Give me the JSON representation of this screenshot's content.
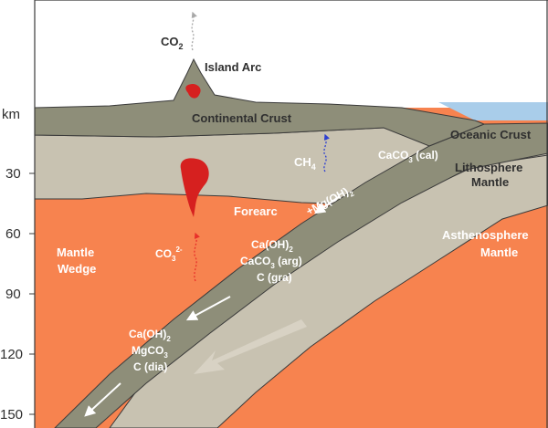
{
  "axis": {
    "unit": "km",
    "ticks": [
      "30",
      "60",
      "90",
      "120",
      "150"
    ]
  },
  "labels": {
    "island_arc": "Island Arc",
    "co2": "CO",
    "co2_sub": "2",
    "continental_crust": "Continental Crust",
    "oceanic_crust": "Oceanic Crust",
    "lithosphere": "Lithosphere",
    "mantle": "Mantle",
    "ch4": "CH",
    "ch4_sub": "4",
    "caco3_cal_a": "CaCO",
    "caco3_cal_sub": "3",
    "caco3_cal_b": " (cal)",
    "mgoh2_a": "+Mg(OH)",
    "mgoh2_sub": "2",
    "forearc": "Forearc",
    "mantle_wedge_1": "Mantle",
    "mantle_wedge_2": "Wedge",
    "co3_a": "CO",
    "co3_sub": "3",
    "co3_sup": "2-",
    "caoh2_a": "Ca(OH)",
    "caoh2_sub": "2",
    "caco3_arg_a": "CaCO",
    "caco3_arg_sub": "3",
    "caco3_arg_b": " (arg)",
    "c_gra": "C (gra)",
    "asthenosphere_1": "Asthenosphere",
    "asthenosphere_2": "Mantle",
    "caoh2_b_a": "Ca(OH)",
    "caoh2_b_sub": "2",
    "mgco3_a": "MgCO",
    "mgco3_sub": "3",
    "c_dia": "C (dia)"
  },
  "colors": {
    "mantle_orange": "#f7834f",
    "lithosphere_tan": "#c8c2b1",
    "crust_gray": "#8e8e79",
    "ocean_blue": "#a9cdea",
    "melt_red": "#d6201f",
    "outline": "#3a3a3a",
    "co3_arrow": "#e8302a",
    "ch4_arrow": "#2d3fd0",
    "co2_arrow": "#a8a8a8"
  }
}
